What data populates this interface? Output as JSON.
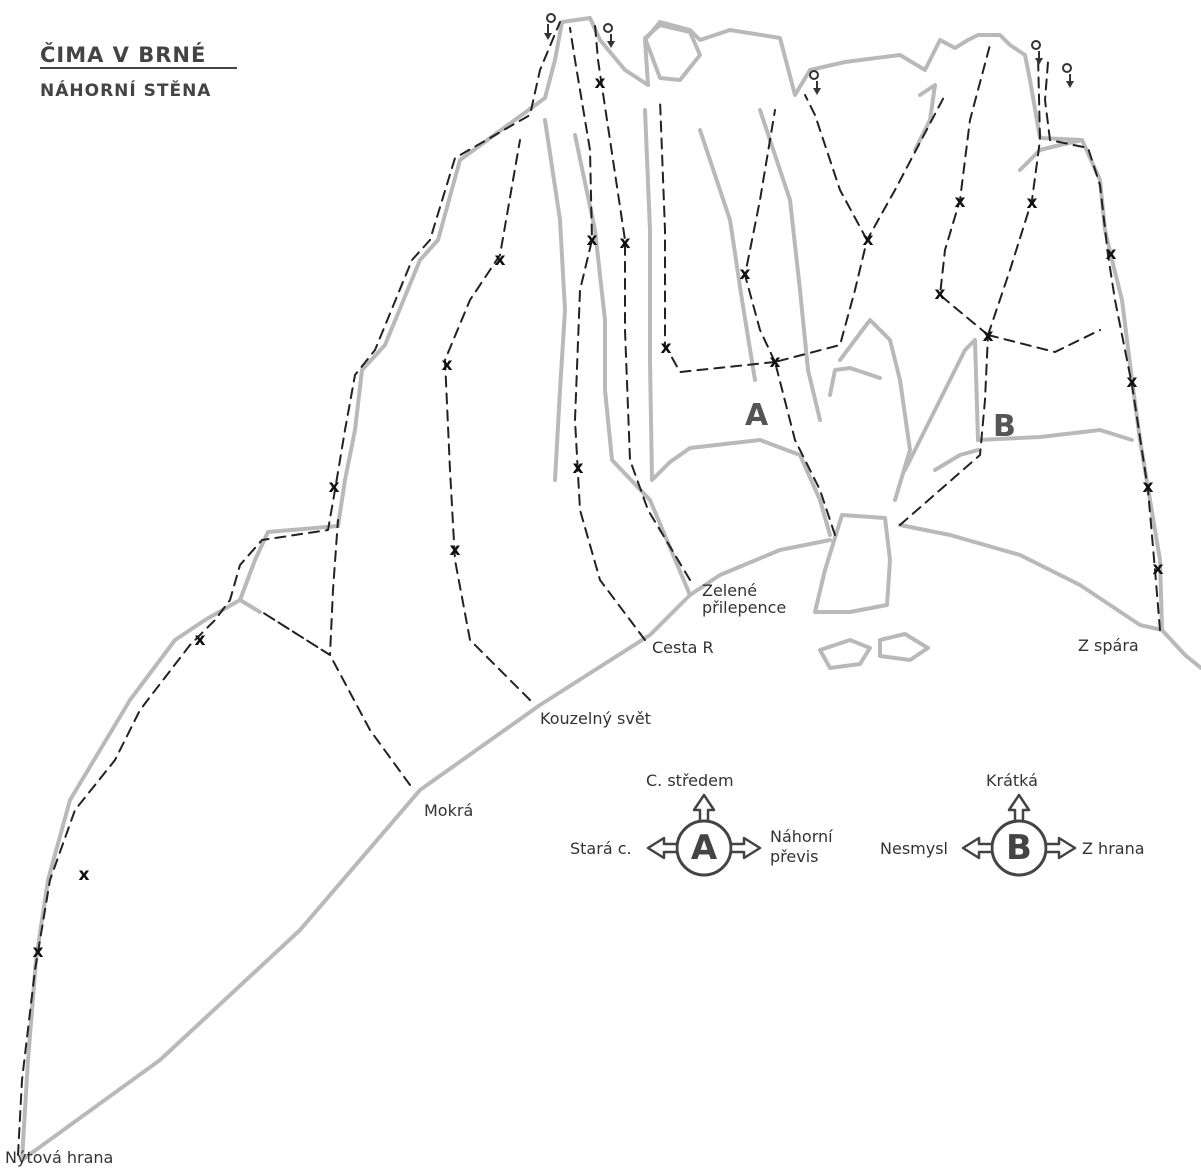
{
  "title": {
    "main": "ČIMA V BRNÉ",
    "sub": "NÁHORNÍ STĚNA"
  },
  "sector_labels": {
    "a": "A",
    "b": "B"
  },
  "routes": {
    "nytova_hrana": "Nýtová hrana",
    "mokra": "Mokrá",
    "kouzelny_svet": "Kouzelný svět",
    "cesta_r": "Cesta R",
    "zelene_prilepence_line1": "Zelené",
    "zelene_prilepence_line2": "přilepence",
    "z_spara": "Z spára"
  },
  "legend_a": {
    "letter": "A",
    "up": "C. středem",
    "left": "Stará c.",
    "right_line1": "Náhorní",
    "right_line2": "převis"
  },
  "legend_b": {
    "letter": "B",
    "up": "Krátká",
    "left": "Nesmysl",
    "right": "Z hrana"
  },
  "bolt_symbol": "x",
  "colors": {
    "rock_outline": "#b9b9b9",
    "route_line": "#222222",
    "text": "#333333"
  }
}
